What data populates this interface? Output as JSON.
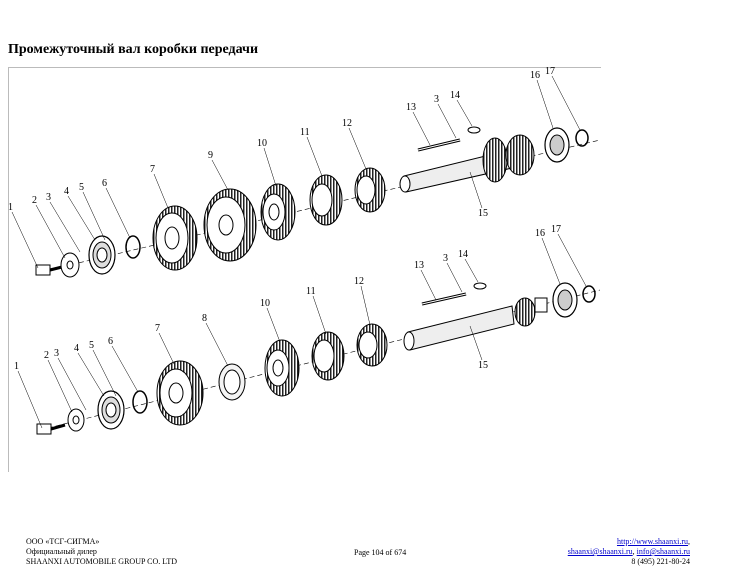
{
  "page": {
    "title": "Промежуточный вал коробки передачи"
  },
  "diagram": {
    "top_labels": [
      "1",
      "2",
      "3",
      "4",
      "5",
      "6",
      "7",
      "9",
      "10",
      "11",
      "12",
      "13",
      "3",
      "14",
      "16",
      "17",
      "15"
    ],
    "bottom_labels": [
      "1",
      "2",
      "3",
      "4",
      "5",
      "6",
      "7",
      "8",
      "10",
      "11",
      "12",
      "13",
      "3",
      "14",
      "16",
      "17",
      "15"
    ]
  },
  "footer": {
    "company": "ООО «ТСГ-СИГМА»",
    "dealer": "Официальный дилер",
    "group": "SHAANXI AUTOMOBILE GROUP CO. LTD",
    "page_number": "Page 104 of 674",
    "website": "http://www.shaanxi.ru",
    "website_suffix": ",",
    "email1": "shaanxi@shaanxi.ru",
    "email_sep": ", ",
    "email2": "info@shaanxi.ru",
    "phone": "8 (495) 221-80-24"
  }
}
